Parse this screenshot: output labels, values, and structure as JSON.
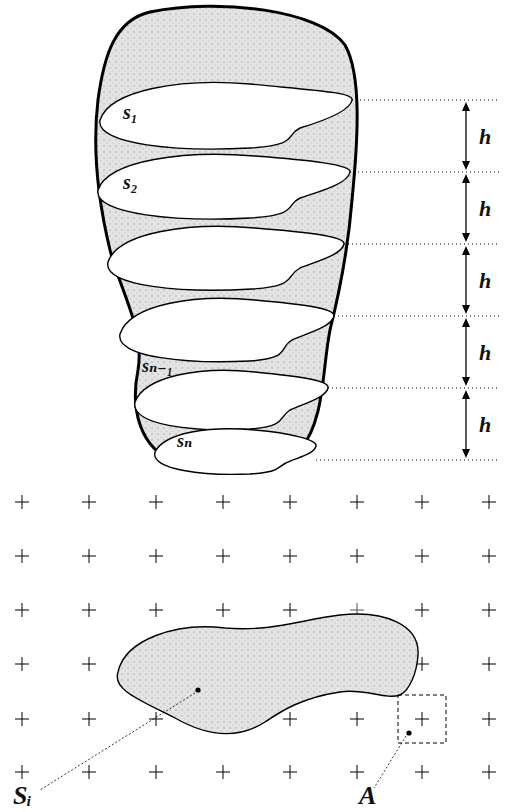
{
  "diagram": {
    "labels": [
      "s₁",
      "s₂",
      "sₙ₋₁",
      "sₙ",
      "h",
      "h",
      "h",
      "h",
      "h",
      "Sᵢ",
      "A"
    ]
  }
}
